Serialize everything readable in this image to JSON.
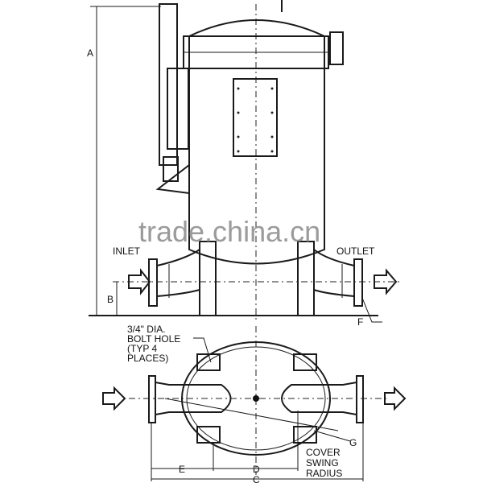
{
  "labels": {
    "dim_a": "A",
    "dim_b": "B",
    "dim_c": "C",
    "dim_d": "D",
    "dim_e": "E",
    "dim_f": "F",
    "dim_g": "G",
    "inlet": "INLET",
    "outlet": "OUTLET",
    "bolt_hole": [
      "3/4\" DIA.",
      "BOLT HOLE",
      "(TYP 4",
      "PLACES)"
    ],
    "cover_swing": [
      "COVER",
      "SWING",
      "RADIUS"
    ]
  },
  "watermark": "trade.china.cn"
}
